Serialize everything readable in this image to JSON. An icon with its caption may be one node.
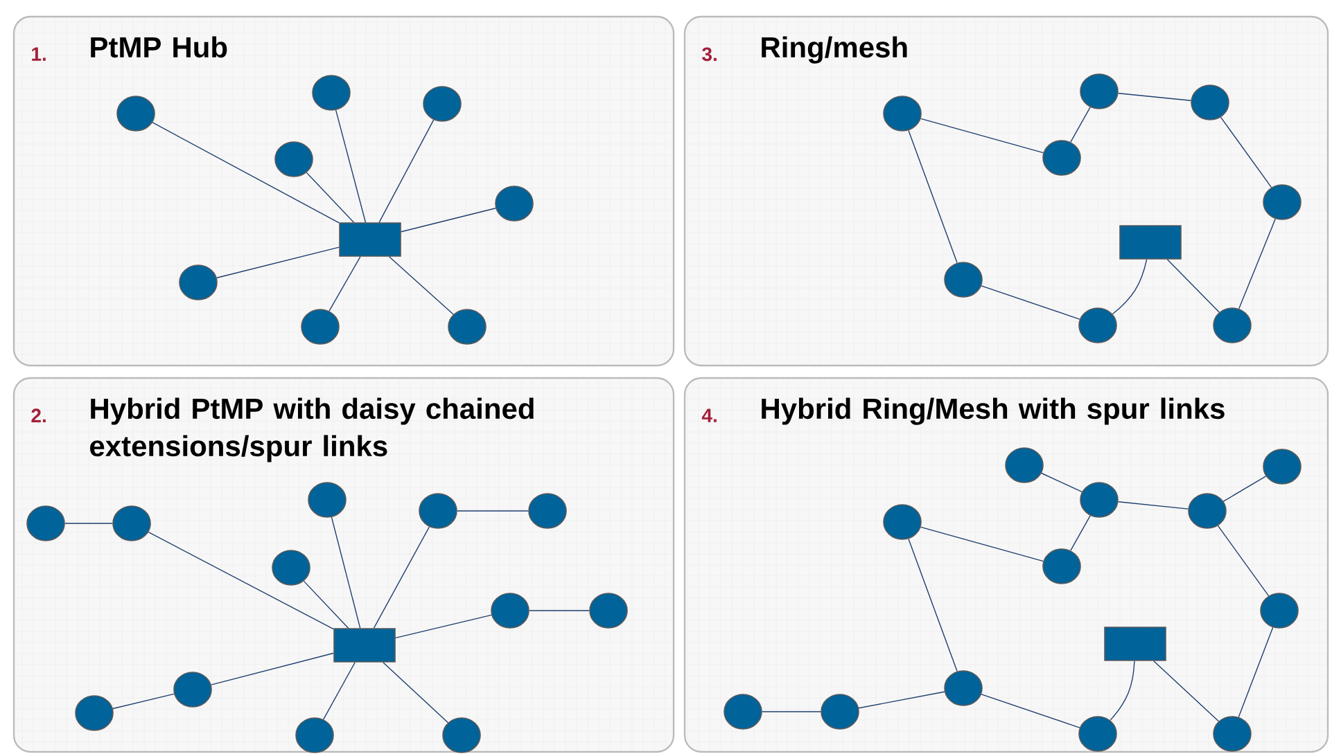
{
  "diagram": {
    "nodes": [
      {
        "text": [
          "1.",
          "PtMP Hub"
        ]
      },
      {
        "text": [],
        "shape": "box",
        "in": 0
      },
      {
        "text": [],
        "shape": "circle",
        "in": 0
      },
      {
        "text": [],
        "shape": "circle",
        "in": 0
      },
      {
        "text": [],
        "shape": "circle",
        "in": 0
      },
      {
        "text": [],
        "shape": "circle",
        "in": 0
      },
      {
        "text": [],
        "shape": "circle",
        "in": 0
      },
      {
        "text": [],
        "shape": "circle",
        "in": 0
      },
      {
        "text": [],
        "shape": "circle",
        "in": 0
      },
      {
        "text": [],
        "shape": "circle",
        "in": 0
      },
      {
        "text": [
          "3.",
          "Ring/mesh"
        ]
      },
      {
        "text": [],
        "shape": "box",
        "in": 10
      },
      {
        "text": [],
        "shape": "circle",
        "in": 10
      },
      {
        "text": [],
        "shape": "circle",
        "in": 10
      },
      {
        "text": [],
        "shape": "circle",
        "in": 10
      },
      {
        "text": [],
        "shape": "circle",
        "in": 10
      },
      {
        "text": [],
        "shape": "circle",
        "in": 10
      },
      {
        "text": [],
        "shape": "circle",
        "in": 10
      },
      {
        "text": [],
        "shape": "circle",
        "in": 10
      },
      {
        "text": [],
        "shape": "circle",
        "in": 10
      },
      {
        "text": [
          "2.",
          "Hybrid PtMP with daisy chained extensions/spur links"
        ]
      },
      {
        "text": [],
        "shape": "box",
        "in": 20
      },
      {
        "text": [],
        "shape": "circle",
        "in": 20
      },
      {
        "text": [],
        "shape": "circle",
        "in": 20
      },
      {
        "text": [],
        "shape": "circle",
        "in": 20
      },
      {
        "text": [],
        "shape": "circle",
        "in": 20
      },
      {
        "text": [],
        "shape": "circle",
        "in": 20
      },
      {
        "text": [],
        "shape": "circle",
        "in": 20
      },
      {
        "text": [],
        "shape": "circle",
        "in": 20
      },
      {
        "text": [],
        "shape": "circle",
        "in": 20
      },
      {
        "text": [],
        "shape": "circle",
        "in": 20
      },
      {
        "text": [],
        "shape": "circle",
        "in": 20
      },
      {
        "text": [],
        "shape": "circle",
        "in": 20
      },
      {
        "text": [],
        "shape": "circle",
        "in": 20
      },
      {
        "text": [
          "4.",
          "Hybrid Ring/Mesh with spur links"
        ]
      },
      {
        "text": [],
        "shape": "box",
        "in": 34
      },
      {
        "text": [],
        "shape": "circle",
        "in": 34
      },
      {
        "text": [],
        "shape": "circle",
        "in": 34
      },
      {
        "text": [],
        "shape": "circle",
        "in": 34
      },
      {
        "text": [],
        "shape": "circle",
        "in": 34
      },
      {
        "text": [],
        "shape": "circle",
        "in": 34
      },
      {
        "text": [],
        "shape": "circle",
        "in": 34
      },
      {
        "text": [],
        "shape": "circle",
        "in": 34
      },
      {
        "text": [],
        "shape": "circle",
        "in": 34
      },
      {
        "text": [],
        "shape": "circle",
        "in": 34
      },
      {
        "text": [],
        "shape": "circle",
        "in": 34
      },
      {
        "text": [],
        "shape": "circle",
        "in": 34
      },
      {
        "text": [],
        "shape": "circle",
        "in": 34
      }
    ],
    "edges": [
      {
        "from": 1,
        "to": 2,
        "arrow": "none"
      },
      {
        "from": 1,
        "to": 3,
        "arrow": "none"
      },
      {
        "from": 1,
        "to": 4,
        "arrow": "none"
      },
      {
        "from": 1,
        "to": 5,
        "arrow": "none"
      },
      {
        "from": 1,
        "to": 6,
        "arrow": "none"
      },
      {
        "from": 1,
        "to": 7,
        "arrow": "none"
      },
      {
        "from": 1,
        "to": 8,
        "arrow": "none"
      },
      {
        "from": 1,
        "to": 9,
        "arrow": "none"
      },
      {
        "from": 12,
        "to": 15,
        "arrow": "none"
      },
      {
        "from": 15,
        "to": 13,
        "arrow": "none"
      },
      {
        "from": 13,
        "to": 14,
        "arrow": "none"
      },
      {
        "from": 14,
        "to": 16,
        "arrow": "none"
      },
      {
        "from": 16,
        "to": 19,
        "arrow": "none"
      },
      {
        "from": 19,
        "to": 11,
        "arrow": "none"
      },
      {
        "from": 11,
        "to": 18,
        "arrow": "none"
      },
      {
        "from": 18,
        "to": 17,
        "arrow": "none"
      },
      {
        "from": 17,
        "to": 12,
        "arrow": "none"
      },
      {
        "from": 22,
        "to": 23,
        "arrow": "none"
      },
      {
        "from": 23,
        "to": 21,
        "arrow": "none"
      },
      {
        "from": 24,
        "to": 21,
        "arrow": "none"
      },
      {
        "from": 25,
        "to": 21,
        "arrow": "none"
      },
      {
        "from": 25,
        "to": 26,
        "arrow": "none"
      },
      {
        "from": 27,
        "to": 21,
        "arrow": "none"
      },
      {
        "from": 28,
        "to": 21,
        "arrow": "none"
      },
      {
        "from": 28,
        "to": 29,
        "arrow": "none"
      },
      {
        "from": 31,
        "to": 21,
        "arrow": "none"
      },
      {
        "from": 30,
        "to": 31,
        "arrow": "none"
      },
      {
        "from": 32,
        "to": 21,
        "arrow": "none"
      },
      {
        "from": 33,
        "to": 21,
        "arrow": "none"
      },
      {
        "from": 36,
        "to": 37,
        "arrow": "none"
      },
      {
        "from": 37,
        "to": 38,
        "arrow": "none"
      },
      {
        "from": 38,
        "to": 39,
        "arrow": "none"
      },
      {
        "from": 37,
        "to": 41,
        "arrow": "none"
      },
      {
        "from": 41,
        "to": 40,
        "arrow": "none"
      },
      {
        "from": 40,
        "to": 43,
        "arrow": "none"
      },
      {
        "from": 43,
        "to": 45,
        "arrow": "none"
      },
      {
        "from": 45,
        "to": 44,
        "arrow": "none"
      },
      {
        "from": 43,
        "to": 46,
        "arrow": "none"
      },
      {
        "from": 46,
        "to": 35,
        "arrow": "none"
      },
      {
        "from": 35,
        "to": 47,
        "arrow": "none"
      },
      {
        "from": 47,
        "to": 42,
        "arrow": "none"
      },
      {
        "from": 42,
        "to": 38,
        "arrow": "none"
      }
    ]
  }
}
